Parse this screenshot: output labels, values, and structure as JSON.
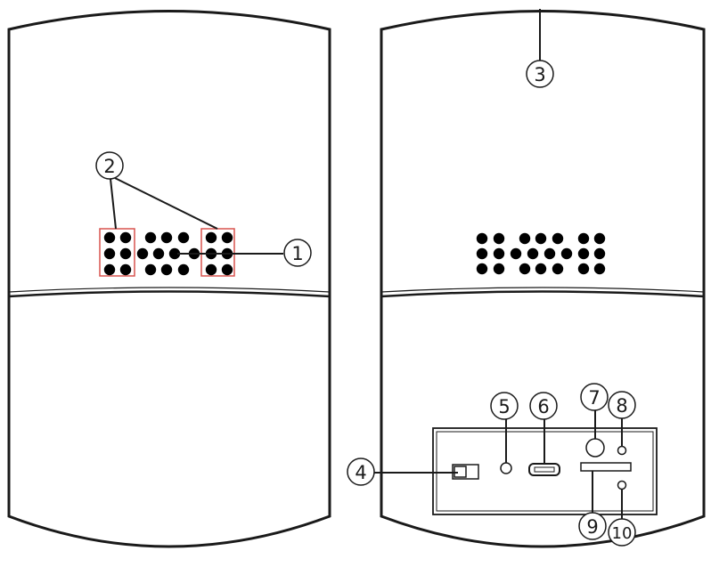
{
  "diagram": {
    "callouts": {
      "c1": "1",
      "c2": "2",
      "c3": "3",
      "c4": "4",
      "c5": "5",
      "c6": "6",
      "c7": "7",
      "c8": "8",
      "c9": "9",
      "c10": "10"
    },
    "colors": {
      "outline": "#1a1a1a",
      "highlight": "#d9534f",
      "dot": "#000000",
      "background": "#ffffff"
    }
  }
}
